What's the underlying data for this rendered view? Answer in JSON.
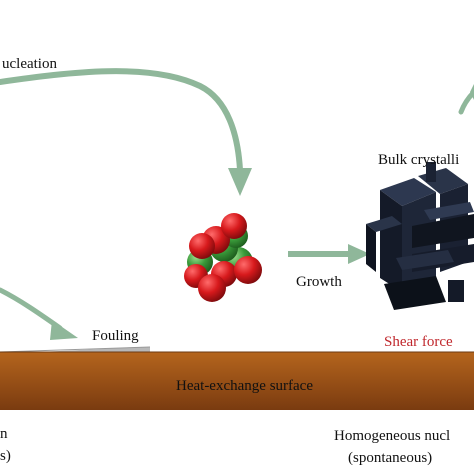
{
  "labels": {
    "nucleation": "ucleation",
    "bulk_crystallization": "Bulk crystalli",
    "growth": "Growth",
    "fouling": "Fouling",
    "shear_force": "Shear force",
    "surface": "Heat-exchange surface",
    "left_bottom_line1": "n",
    "left_bottom_line2": "s)",
    "homogeneous_line1": "Homogeneous nucl",
    "homogeneous_line2": "(spontaneous)"
  },
  "colors": {
    "arrow": "#8fb79a",
    "surface_top": "#b5651d",
    "surface_bottom": "#7a3b10",
    "shear_force": "#c0282d",
    "red_atom": "#d7191c",
    "green_atom": "#3a9a3a",
    "crystal": "#1b2233",
    "fouling_layer": "#b8b8b8"
  }
}
